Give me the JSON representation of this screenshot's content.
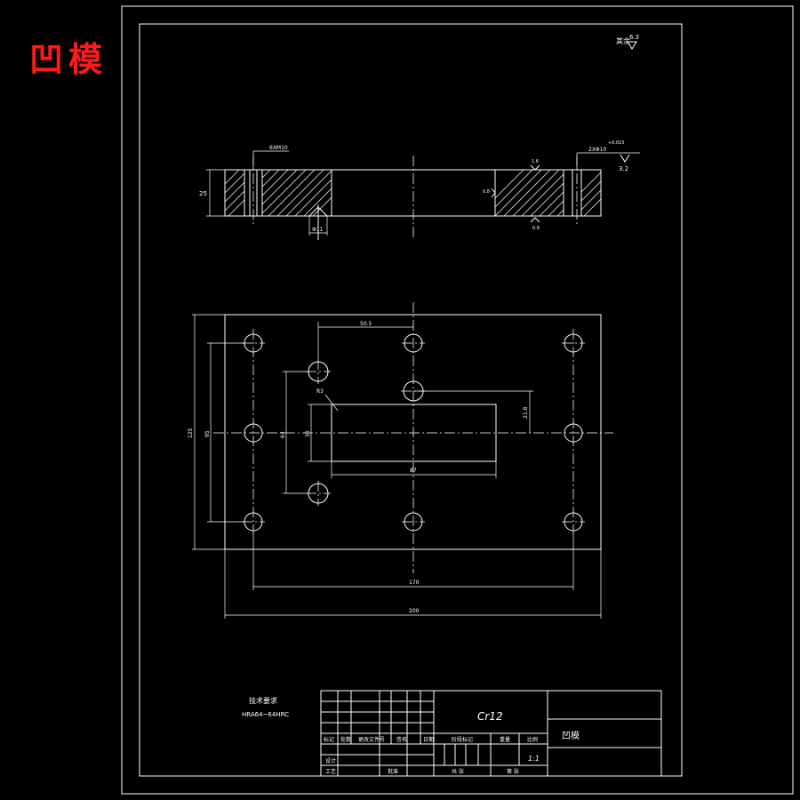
{
  "title_overlay": "凹模",
  "roughness_note": {
    "label": "其余",
    "value": "6.3"
  },
  "top_view": {
    "left_hole_label": "6XM10",
    "right_hole_label": "2XΦ10",
    "right_hole_tol": "+0.015",
    "roughness_right": "3.2",
    "roughness_small_top": "1.6",
    "roughness_small_mid": "0.8",
    "roughness_small_bot": "0.8",
    "thickness_dim": "25",
    "bottom_hole_dim": "Φ11"
  },
  "plan_view": {
    "dim_50_5": "50.5",
    "dim_r3": "R3",
    "dim_21_8": "21.8",
    "dim_125": "125",
    "dim_95": "95",
    "dim_64": "64",
    "dim_30": "30",
    "dim_87": "87",
    "dim_170": "170",
    "dim_200": "200"
  },
  "tech_req": {
    "heading": "技术要求",
    "line1": "HRA64~64HRC"
  },
  "title_block": {
    "material": "Cr12",
    "part_name": "凹模",
    "scale": "1:1",
    "h_mark": "标记",
    "h_count": "处数",
    "h_zone": "更改文件号",
    "h_sign": "签名",
    "h_date": "日期",
    "h_stage": "阶段标记",
    "h_weight": "重量",
    "h_ratio": "比例",
    "h_design": "设计",
    "h_review": "工艺",
    "h_approve": "批准",
    "h_sheets": "共 张",
    "h_sheet": "第 张"
  }
}
